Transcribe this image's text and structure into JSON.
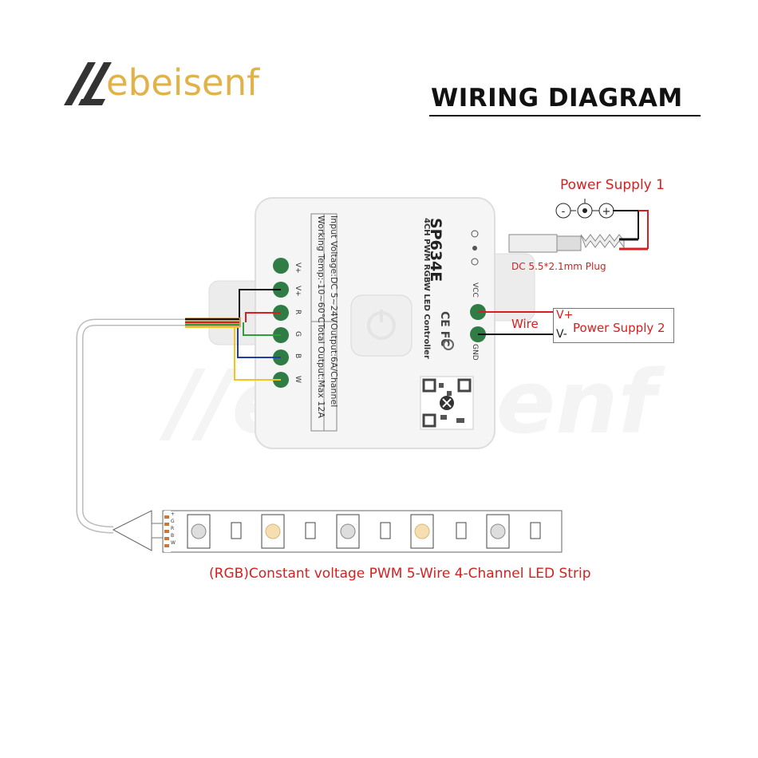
{
  "brand": {
    "name": "ebeisenf",
    "color": "#e2b24a",
    "mark_color": "#333333"
  },
  "title": "WIRING DIAGRAM",
  "power_supply_1": {
    "label": "Power Supply 1",
    "plug_label": "DC 5.5*2.1mm Plug"
  },
  "power_supply_2": {
    "label": "Power Supply 2",
    "vplus": "V+",
    "vminus": "V-",
    "wire_label": "Wire"
  },
  "controller": {
    "model": "SP634E",
    "subtitle": "4CH PWM RGBW LED Controller",
    "specs": [
      "Input Voltage:DC 5~24V",
      "Working Temp:-10~60℃",
      "Output:6A/Channel",
      "Total Output:Max 12A"
    ],
    "terminals_left": [
      "V+",
      "V+",
      "R",
      "G",
      "B",
      "W"
    ],
    "terminals_right": [
      "VCC",
      "GND"
    ]
  },
  "strip": {
    "caption": "(RGB)Constant voltage PWM 5-Wire 4-Channel LED Strip",
    "pin_labels": [
      "+",
      "G",
      "R",
      "B",
      "W"
    ]
  },
  "colors": {
    "accent_red": "#d81e1e",
    "wire_black": "#111111",
    "wire_red": "#d81e1e",
    "wire_green": "#2f9e3a",
    "wire_blue": "#1f3fa8",
    "wire_yellow": "#f2c51b",
    "terminal_green": "#2f7d45"
  },
  "icons": [
    "brand-logo-icon",
    "dc-polarity-icon",
    "dc-plug-icon",
    "power-button-icon",
    "qr-code-icon",
    "ce-mark-icon",
    "fcc-mark-icon",
    "recycle-icon"
  ]
}
